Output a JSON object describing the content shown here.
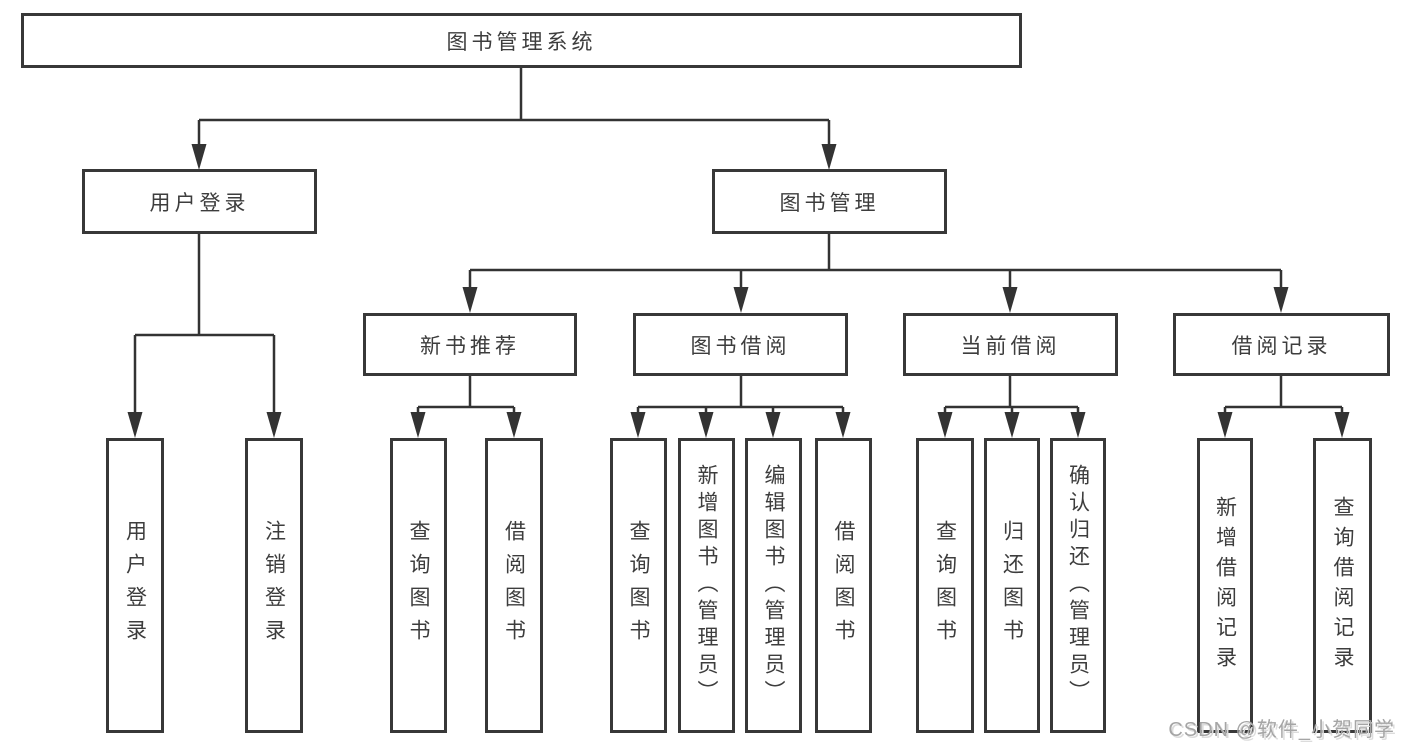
{
  "diagram": {
    "root": {
      "label": "图书管理系统"
    },
    "level2": {
      "user_login": "用户登录",
      "book_mgmt": "图书管理"
    },
    "level3": {
      "new_books": "新书推荐",
      "book_borrow": "图书借阅",
      "current_borrow": "当前借阅",
      "borrow_records": "借阅记录"
    },
    "level4": {
      "user_login_leaf": "用户登录",
      "logout_leaf": "注销登录",
      "nb_query": "查询图书",
      "nb_borrow": "借阅图书",
      "bb_query": "查询图书",
      "bb_add": "新增图书（管理员）",
      "bb_edit": "编辑图书（管理员）",
      "bb_borrow": "借阅图书",
      "cb_query": "查询图书",
      "cb_return": "归还图书",
      "cb_confirm": "确认归还（管理员）",
      "br_add": "新增借阅记录",
      "br_query": "查询借阅记录"
    },
    "watermark": "CSDN @软件_小贺同学",
    "colors": {
      "line": "#333333",
      "text": "#3d3d3d",
      "watermark": "#a5a5a5",
      "background": "#ffffff"
    }
  }
}
